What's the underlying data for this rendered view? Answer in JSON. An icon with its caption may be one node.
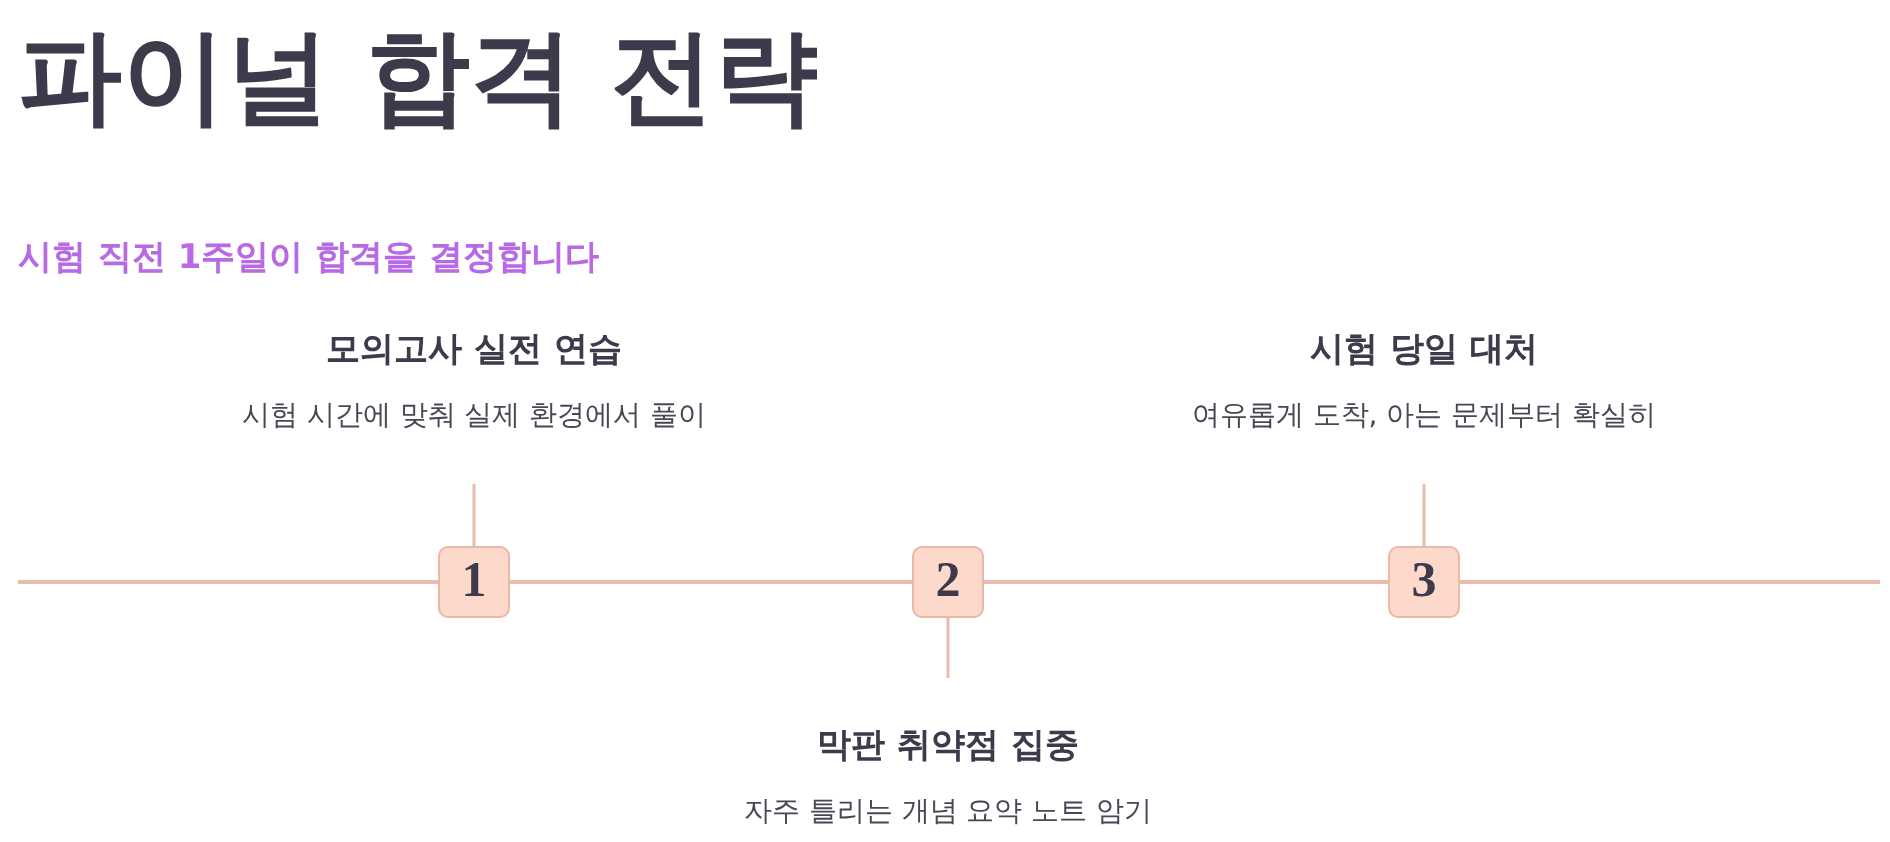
{
  "diagram": {
    "title": "파이널 합격 전략",
    "nodes": [
      {
        "text": [
          "모의고사 실전 연습",
          "시험 시간에 맞춰 실제 환경에서 풀이"
        ]
      },
      {
        "text": [
          "시험 당일 대처",
          "여유롭게 도착, 아는 문제부터 확실히"
        ]
      },
      {
        "text": [
          "1"
        ]
      },
      {
        "text": [
          "2"
        ]
      },
      {
        "text": [
          "3"
        ]
      },
      {
        "text": [
          "막판 취약점 집중",
          "자주 틀리는 개념 요약 노트 암기"
        ]
      }
    ],
    "edges": [
      {
        "from": 0,
        "to": 2,
        "arrow": "none"
      },
      {
        "from": 1,
        "to": 4,
        "arrow": "none"
      },
      {
        "from": 5,
        "to": 3,
        "arrow": "none"
      },
      {
        "from": null,
        "to": 2,
        "arrow": "none"
      },
      {
        "from": 2,
        "to": 3,
        "arrow": "none"
      },
      {
        "from": 3,
        "to": 4,
        "arrow": "none"
      },
      {
        "from": 4,
        "to": null,
        "arrow": "none"
      }
    ],
    "labels": [
      "시험 직전 1주일이 합격을 결정합니다"
    ]
  }
}
